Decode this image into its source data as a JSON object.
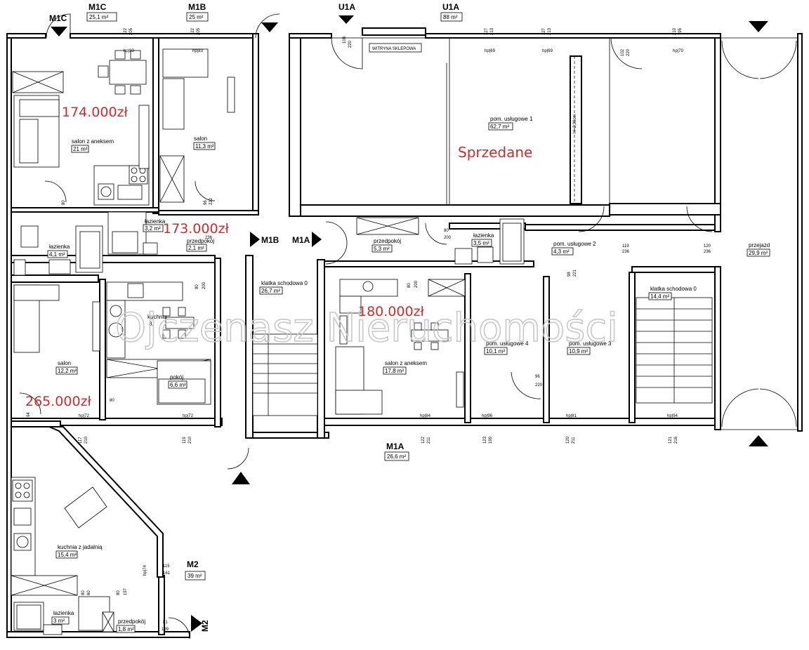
{
  "units": {
    "m1c": {
      "name": "M1C",
      "area": "25,1 m²",
      "door": "M1C"
    },
    "m1b": {
      "name": "M1B",
      "area": "25 m²",
      "door": "M1B"
    },
    "u1a_top": {
      "name": "U1A",
      "area": "88 m²",
      "door": "U1A"
    },
    "m1a_door": {
      "door": "M1A"
    },
    "m1a": {
      "name": "M1A",
      "area": "26,6 m²"
    },
    "m2": {
      "name": "M2",
      "area": "39 m²",
      "door": "M2"
    }
  },
  "rooms": {
    "m1c_salon": {
      "name": "salon z aneksem",
      "area": "21 m²"
    },
    "m1b_salon": {
      "name": "salon",
      "area": "11,3 m²"
    },
    "m1b_lazienka": {
      "name": "łazienka",
      "area": "3,2 m²"
    },
    "m1b_przedpokoj": {
      "name": "przedpokój",
      "area": "2,1 m²"
    },
    "m1c_lazienka": {
      "name": "łazienka",
      "area": "4,1 m²"
    },
    "m2a_salon": {
      "name": "salon",
      "area": "12,2 m²"
    },
    "m2a_kuchnia": {
      "name": "kuchnia",
      "area": "8,"
    },
    "m2a_pokoj": {
      "name": "pokój",
      "area": "6,6 m²"
    },
    "klatka0_left": {
      "name": "klatka schodowa 0",
      "area": "26,7 m²"
    },
    "przedpokoj_mid": {
      "name": "przedpokój",
      "area": "5,3 m²"
    },
    "lazienka_mid": {
      "name": "łazienka",
      "area": "3,5 m²"
    },
    "pom1": {
      "name": "pom. usługowe 1",
      "area": "62,7 m²"
    },
    "pom2": {
      "name": "pom. usługowe 2",
      "area": "4,3 m²"
    },
    "pom3": {
      "name": "pom. usługowe 3",
      "area": "10,9 m²"
    },
    "pom4": {
      "name": "pom. usługowe 4",
      "area": "10,1 m²"
    },
    "klatka0_right": {
      "name": "klatka schodowa 0",
      "area": "14,4 m²"
    },
    "przejazd": {
      "name": "przejazd",
      "area": "29,9 m²"
    },
    "m1a_salon": {
      "name": "salon z aneksem",
      "area": "17,8 m²"
    },
    "m2_kuchnia": {
      "name": "kuchnia z jadalnią",
      "area": "15,4 m²"
    },
    "m2_lazienka": {
      "name": "łazienka",
      "area": "3 m²"
    },
    "m2_przedpokoj": {
      "name": "przedpokój",
      "area": "1,8 m²"
    }
  },
  "labels": {
    "witryna": "WITRYNA SKLEPOWA",
    "h_note": "H=2,90cm"
  },
  "prices": {
    "m1c": "174.000zł",
    "m1b": "173.000zł",
    "m1a": "180.000zł",
    "m2": "265.000zł"
  },
  "sold_label": "Sprzedane",
  "watermark": "Ojczenasz Nieruchomości",
  "dims": {
    "d1": "122",
    "d2": "205",
    "d3": "122",
    "d4": "205",
    "d5": "108",
    "d6": "220",
    "d7": "127",
    "d8": "213",
    "d9": "127",
    "d10": "213",
    "d11": "102",
    "d12": "220",
    "d13": "210",
    "d14": "195",
    "d15": "80",
    "d16": "96",
    "d17": "222",
    "d18": "80",
    "d19": "200",
    "d20": "80",
    "d21": "200",
    "d22": "80",
    "d23": "200",
    "d24": "119",
    "d25": "236",
    "d26": "120",
    "d27": "236",
    "d28": "98",
    "d29": "221",
    "d30": "96",
    "d31": "220",
    "d32": "80",
    "d33": "94",
    "d34": "117",
    "d35": "210",
    "d36": "119",
    "d37": "210",
    "d38": "122",
    "d39": "211",
    "d40": "123",
    "d41": "199",
    "d42": "120",
    "d43": "211",
    "d44": "121",
    "d45": "216",
    "d46": "115",
    "d47": "161",
    "d48": "80",
    "d49": "197",
    "d50": "80",
    "d51": "60",
    "d52": "81",
    "d53": "199",
    "d54": "236"
  },
  "hp": {
    "h1": "hp|83",
    "h2": "hp|83",
    "h3": "hp|69",
    "h4": "hp|69",
    "h5": "hp|70",
    "h6": "hp|72",
    "h7": "hp|72",
    "h8": "hp|84",
    "h9": "hp|96",
    "h10": "hp|81",
    "h11": "hp|94",
    "h12": "hp|74"
  }
}
